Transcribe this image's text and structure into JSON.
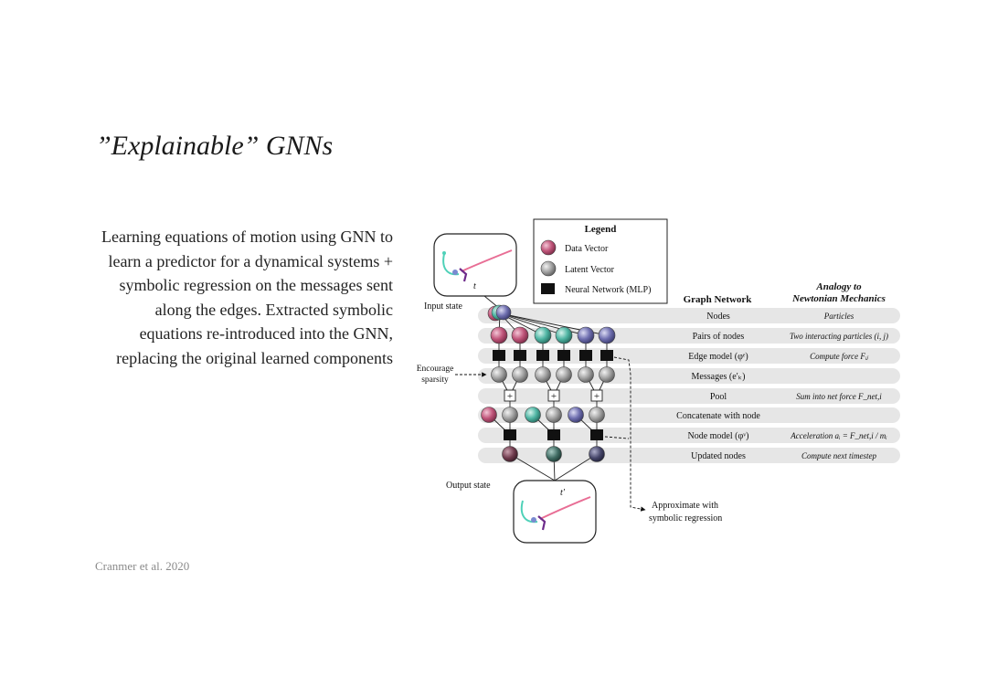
{
  "slide": {
    "title": "”Explainable” GNNs",
    "description": "Learning equations of motion using GNN to learn a predictor for a dynamical systems + symbolic regression on the messages sent along the edges. Extracted symbolic equations re-introduced into the GNN, replacing the original learned components",
    "citation": "Cranmer et al. 2020"
  },
  "diagram": {
    "legend": {
      "title": "Legend",
      "items": [
        {
          "label": "Data Vector",
          "kind": "pink-circle"
        },
        {
          "label": "Latent Vector",
          "kind": "gray-circle"
        },
        {
          "label": "Neural Network (MLP)",
          "kind": "black-square"
        }
      ]
    },
    "column_headers": {
      "graph_network": "Graph Network",
      "analogy_line1": "Analogy to",
      "analogy_line2": "Newtonian Mechanics"
    },
    "rows": [
      {
        "stage": "Nodes",
        "analogy": "Particles"
      },
      {
        "stage": "Pairs of nodes",
        "analogy": "Two interacting particles (i, j)"
      },
      {
        "stage": "Edge model (φᵉ)",
        "analogy": "Compute force Fᵢⱼ"
      },
      {
        "stage": "Messages (e′ₖ)",
        "analogy": ""
      },
      {
        "stage": "Pool",
        "analogy": "Sum into net force F_net,i"
      },
      {
        "stage": "Concatenate with node",
        "analogy": ""
      },
      {
        "stage": "Node model (φᵛ)",
        "analogy": "Acceleration aᵢ = F_net,i / mᵢ"
      },
      {
        "stage": "Updated nodes",
        "analogy": "Compute next timestep"
      }
    ],
    "labels": {
      "input_state": "Input state",
      "output_state": "Output state",
      "encourage_line1": "Encourage",
      "encourage_line2": "sparsity",
      "approx_line1": "Approximate with",
      "approx_line2": "symbolic regression",
      "t_input": "t",
      "t_output": "t′",
      "pool_symbol": "+"
    },
    "colors": {
      "data_vector": "#c0557a",
      "latent_vector": "#9a9a9a",
      "teal_node": "#4fb5a3",
      "purple_node": "#6f6fb0",
      "row_band": "#e6e6e6",
      "mlp": "#111111"
    }
  }
}
